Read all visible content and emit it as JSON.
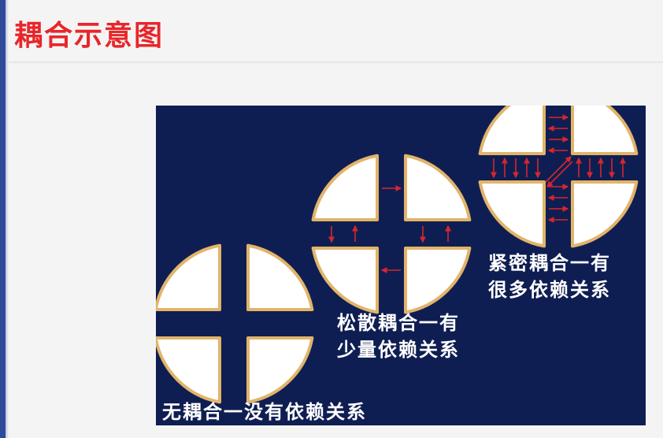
{
  "title": "耦合示意图",
  "diagram": {
    "no_coupling": {
      "line1": "无耦合一没有依赖关系"
    },
    "loose_coupling": {
      "line1": "松散耦合一有",
      "line2": "少量依赖关系"
    },
    "tight_coupling": {
      "line1": "紧密耦合一有",
      "line2": "很多依赖关系"
    }
  },
  "colors": {
    "title": "#e8262a",
    "panel_background": "#0f1e52",
    "quadrant_fill": "#ffffff",
    "quadrant_outline": "#e2b46a",
    "arrow": "#d7262c",
    "left_border": "#2f4a9a"
  }
}
